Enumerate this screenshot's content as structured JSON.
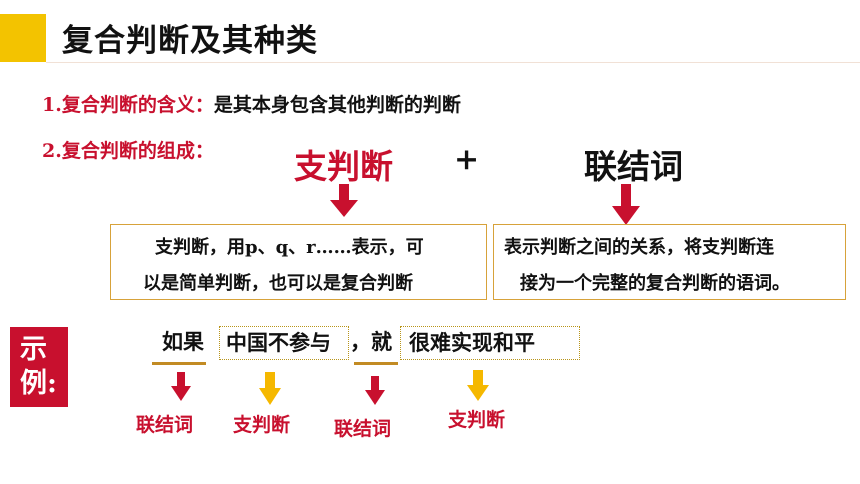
{
  "title": "复合判断及其种类",
  "meaning": {
    "label": "1.复合判断的含义：",
    "text": "是其本身包含其他判断的判断"
  },
  "composition": {
    "label": "2.复合判断的组成：",
    "part1": "支判断",
    "plus": "+",
    "part2": "联结词"
  },
  "box_left": {
    "line1": "支判断，用p、q、r……表示，可",
    "line2": "以是简单判断，也可以是复合判断"
  },
  "box_right": {
    "line1": "表示判断之间的关系，将支判断连",
    "line2": "接为一个完整的复合判断的语词。"
  },
  "example": {
    "tag_line1": "示",
    "tag_line2": "例:",
    "segments": [
      "如果",
      "中国不参与",
      "，就",
      "很难实现和平"
    ],
    "labels": [
      "联结词",
      "支判断",
      "联结词",
      "支判断"
    ]
  },
  "colors": {
    "accent_red": "#c8102e",
    "accent_yellow": "#f3c300",
    "arrow_orange": "#f5b800",
    "box_border": "#d7a23a"
  }
}
